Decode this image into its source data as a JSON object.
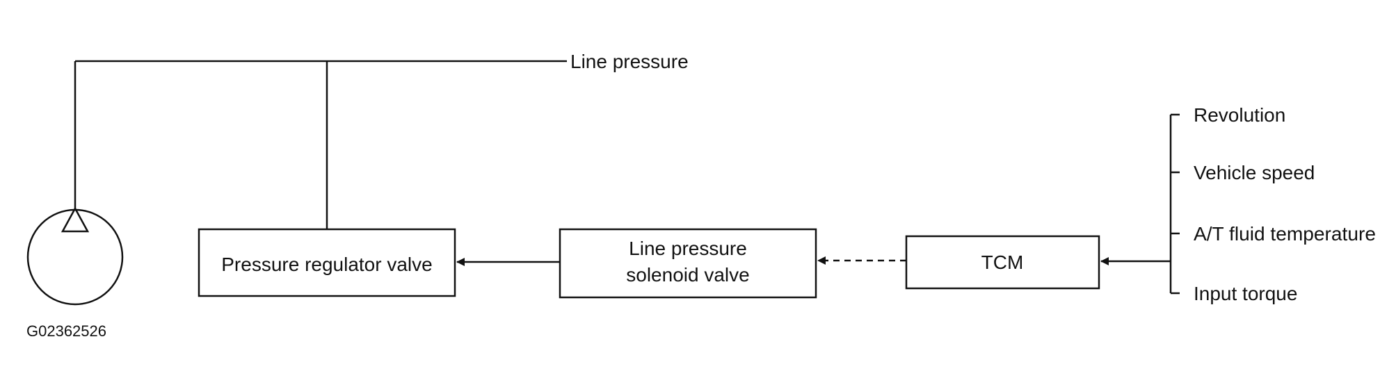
{
  "diagram": {
    "line_pressure_label": "Line pressure",
    "boxes": {
      "pressure_regulator_valve": "Pressure regulator valve",
      "line_pressure_solenoid_valve_line1": "Line pressure",
      "line_pressure_solenoid_valve_line2": "solenoid valve",
      "tcm": "TCM"
    },
    "inputs": [
      "Revolution",
      "Vehicle speed",
      "A/T fluid temperature",
      "Input torque"
    ],
    "figure_id": "G02362526"
  }
}
